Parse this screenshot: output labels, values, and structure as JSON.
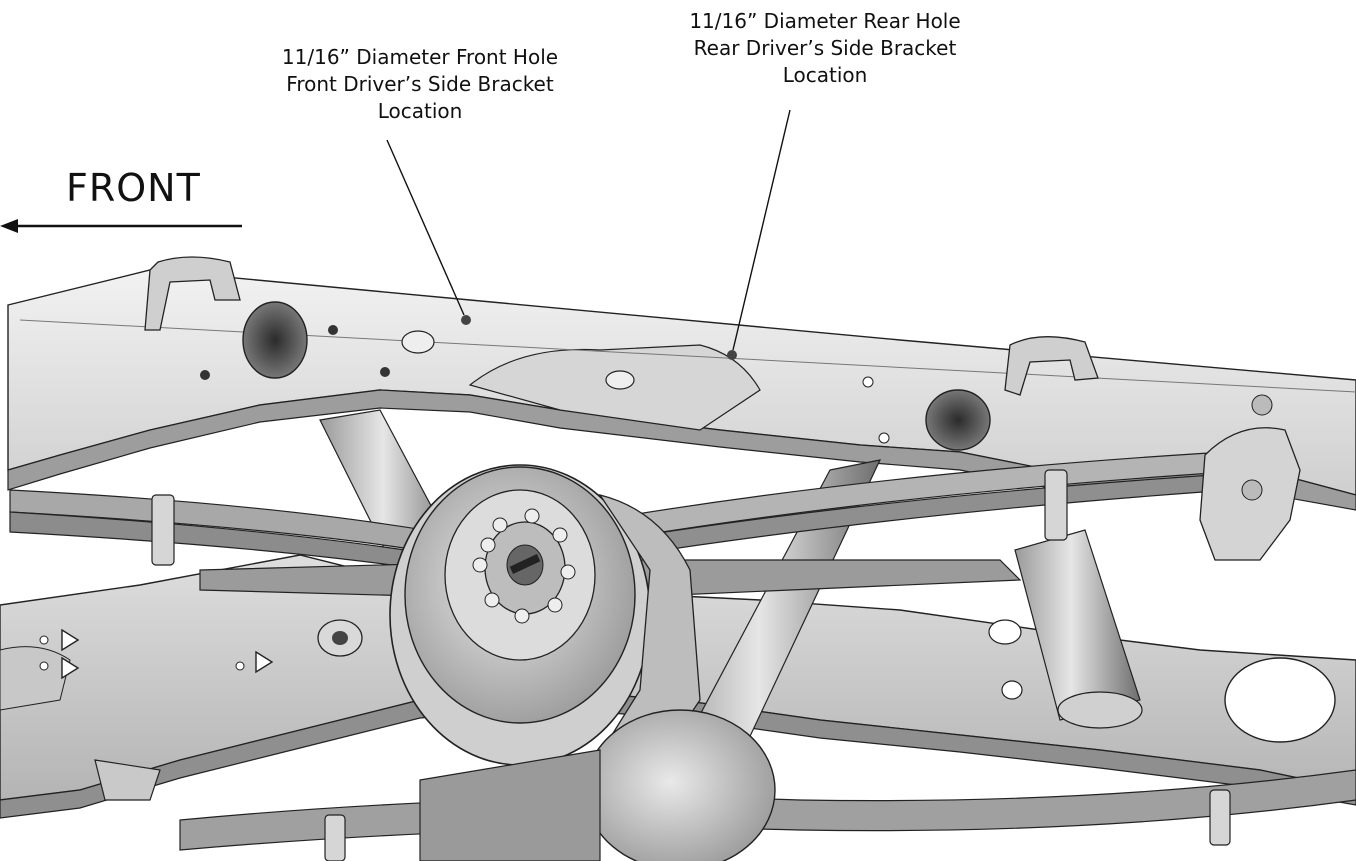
{
  "front_label": "FRONT",
  "callouts": {
    "front_hole": {
      "line1": "11/16” Diameter Front Hole",
      "line2": "Front Driver’s Side Bracket",
      "line3": "Location"
    },
    "rear_hole": {
      "line1": "11/16”  Diameter Rear Hole",
      "line2": "Rear Driver’s Side Bracket",
      "line3": "Location"
    }
  },
  "colors": {
    "steel_light": "#e4e4e4",
    "steel_mid": "#bdbdbd",
    "steel_dark": "#6d6d6d",
    "shadow": "#3a3a3a",
    "ink": "#111111"
  }
}
